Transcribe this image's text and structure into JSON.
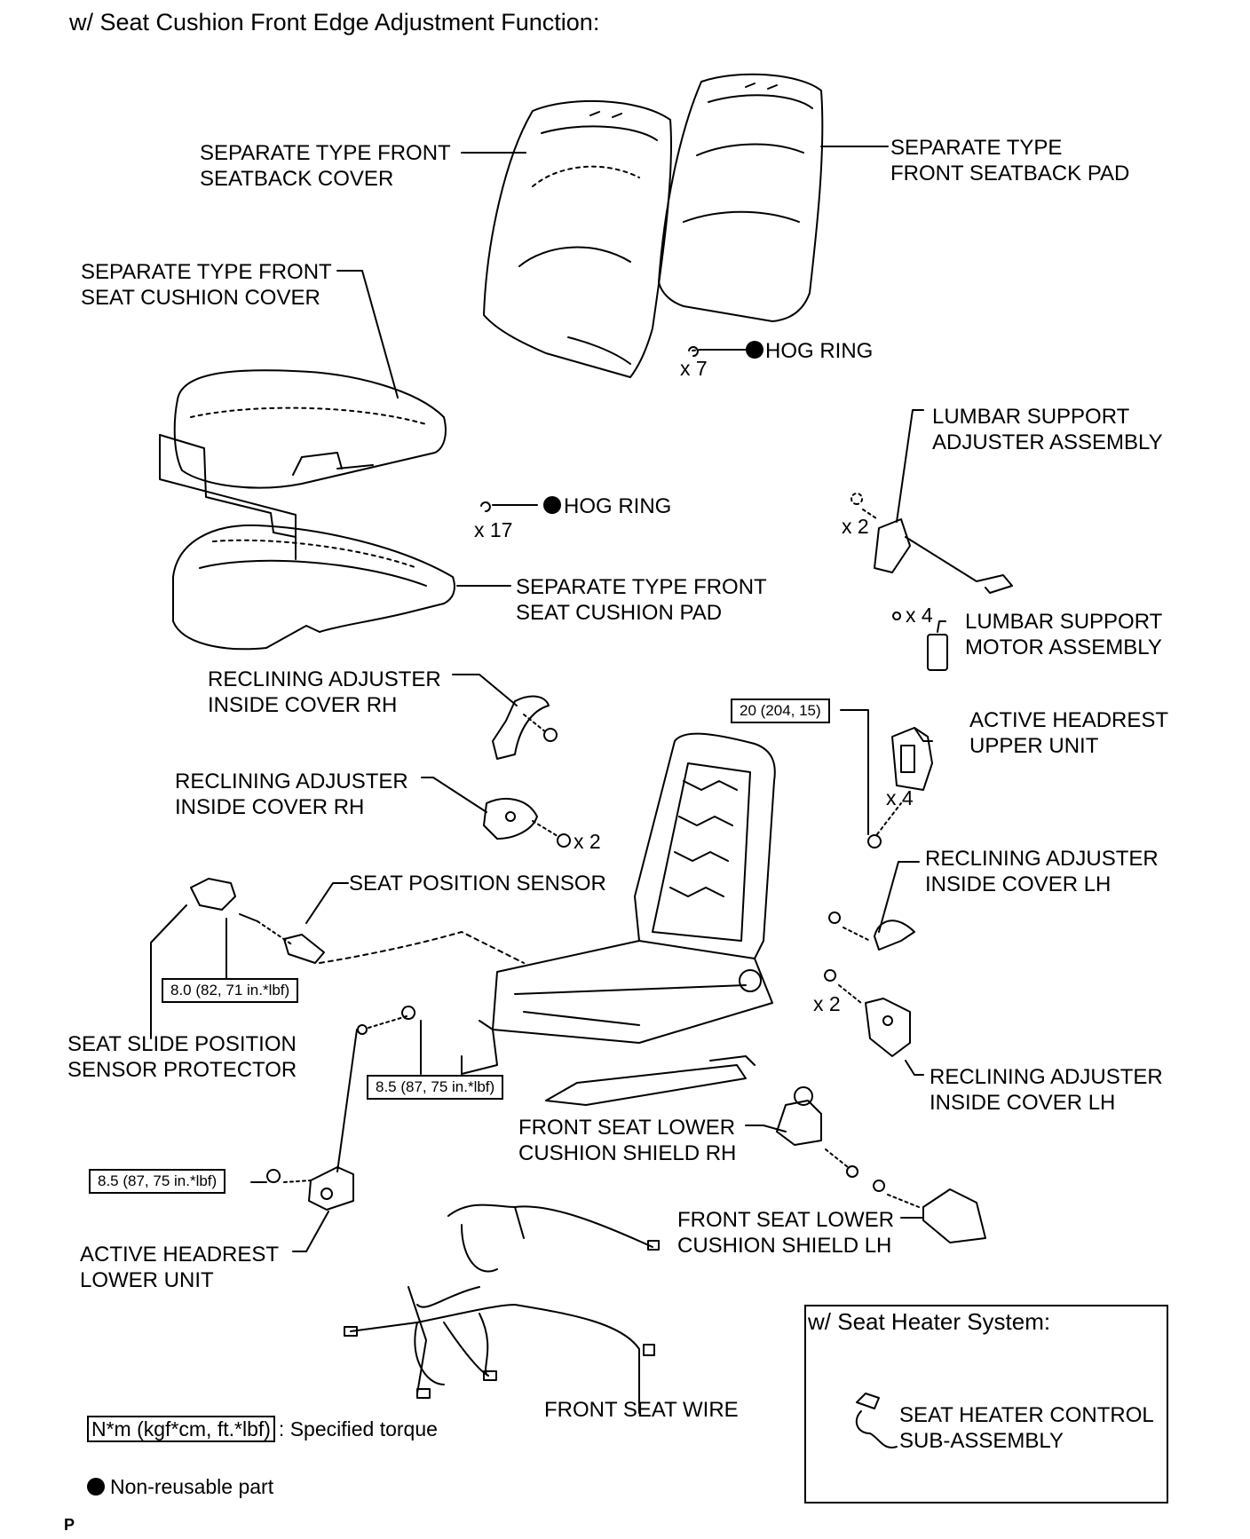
{
  "title": "w/ Seat Cushion Front Edge Adjustment Function:",
  "labels": {
    "seatback_cover": "SEPARATE TYPE FRONT\nSEATBACK COVER",
    "seatback_pad": "SEPARATE TYPE\nFRONT SEATBACK PAD",
    "cushion_cover": "SEPARATE TYPE FRONT\nSEAT CUSHION COVER",
    "hog_ring_upper": "HOG RING",
    "hog_ring_lower": "HOG RING",
    "lumbar_adjuster": "LUMBAR SUPPORT\nADJUSTER ASSEMBLY",
    "cushion_pad": "SEPARATE TYPE FRONT\nSEAT CUSHION PAD",
    "lumbar_motor": "LUMBAR SUPPORT\nMOTOR ASSEMBLY",
    "reclining_rh_1": "RECLINING ADJUSTER\nINSIDE COVER RH",
    "reclining_rh_2": "RECLINING ADJUSTER\nINSIDE COVER RH",
    "active_headrest_upper": "ACTIVE HEADREST\nUPPER UNIT",
    "reclining_lh_1": "RECLINING ADJUSTER\nINSIDE COVER LH",
    "reclining_lh_2": "RECLINING ADJUSTER\nINSIDE COVER LH",
    "seat_position_sensor": "SEAT POSITION SENSOR",
    "seat_slide_protector": "SEAT SLIDE POSITION\nSENSOR PROTECTOR",
    "lower_shield_rh": "FRONT SEAT LOWER\nCUSHION SHIELD RH",
    "lower_shield_lh": "FRONT SEAT LOWER\nCUSHION SHIELD LH",
    "active_headrest_lower": "ACTIVE HEADREST\nLOWER UNIT",
    "front_seat_wire": "FRONT SEAT WIRE",
    "seat_heater_control": "SEAT HEATER CONTROL\nSUB-ASSEMBLY"
  },
  "quantities": {
    "hog_ring_upper": "x 7",
    "hog_ring_lower": "x 17",
    "lumbar_adjuster_bolts": "x 2",
    "lumbar_motor_screws": "x 4",
    "reclining_rh_screws": "x 2",
    "headrest_upper_nuts": "x 4",
    "reclining_lh_screws": "x 2"
  },
  "torques": {
    "headrest_upper": "20 (204, 15)",
    "sensor_protector": "8.0 (82, 71 in.*lbf)",
    "headrest_lower_bolt": "8.5 (87, 75 in.*lbf)",
    "headrest_lower_nut": "8.5 (87, 75 in.*lbf)"
  },
  "legend": {
    "torque_box": "N*m (kgf*cm, ft.*lbf)",
    "torque_text": ": Specified torque",
    "non_reusable": "Non-reusable part"
  },
  "inset": {
    "title": "w/ Seat Heater System:"
  },
  "page_mark": "P"
}
